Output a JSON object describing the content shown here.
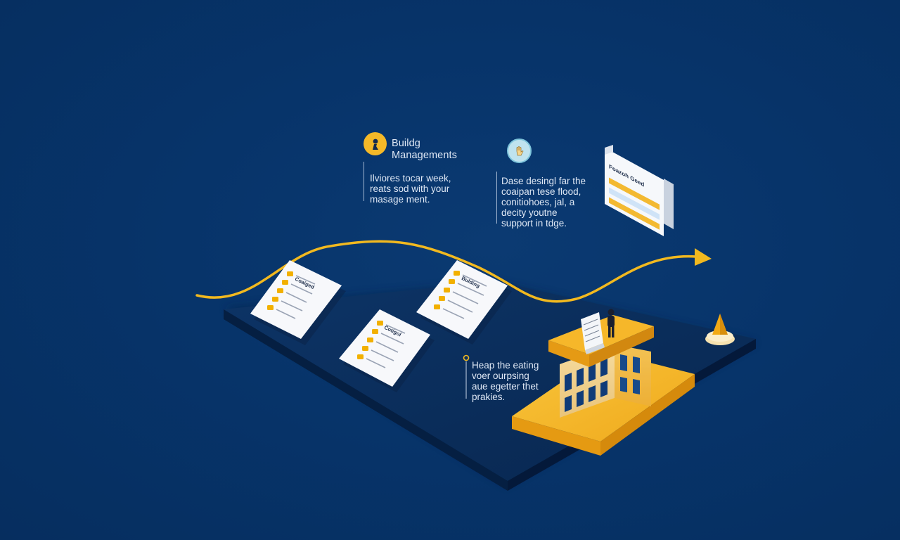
{
  "callouts": {
    "building": {
      "title_line1": "Buildg",
      "title_line2": "Managements",
      "body": "Ilviores tocar week,\nreats sod with your\nmasage ment."
    },
    "design": {
      "body": "Dase desingl far the\ncoaipan tese flood,\nconitiohoes, jal, a\ndecity youtne\nsupport in tdge."
    },
    "help": {
      "body": "Heap the eating\nvoer ourpsing\naue egetter thet\nprakies."
    }
  },
  "cards": {
    "card1_title": "Coaiged",
    "card2_title": "Cotigol",
    "card3_title": "Bulding",
    "panel_title": "Foazoh Geed"
  },
  "colors": {
    "background": "#062e5f",
    "platform": "#0a2c5a",
    "accent_yellow": "#f5b928",
    "curve": "#f2b91f",
    "panel_bar": "#f3b931",
    "panel_bar_alt": "#cfe3f7",
    "icon_teal": "#bfe3ef"
  },
  "icons": {
    "building_badge": "wrench-person-icon",
    "design_badge": "hand-icon"
  }
}
